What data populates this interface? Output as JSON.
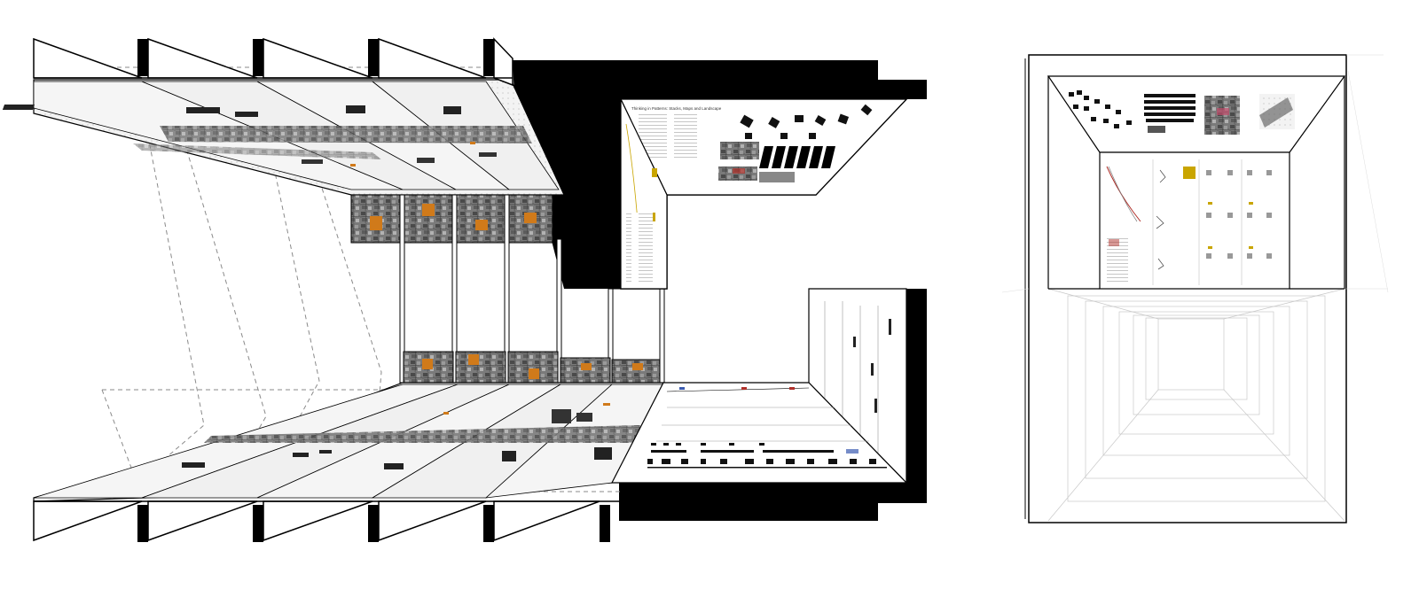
{
  "diagram": {
    "left_view": {
      "kind": "axonometric-exhibition-corridor",
      "bay_count": 5,
      "panel_title_text": "Thinking in Patterns: Stacks, Maps and Landscape"
    },
    "right_view": {
      "kind": "one-point-perspective-corridor"
    },
    "colors": {
      "ink": "#000000",
      "paper": "#ffffff",
      "aerial_tile": "#6f6f6f",
      "aerial_highlight": "#d07a1a",
      "accent_yellow": "#c9a500",
      "accent_red": "#b0302a",
      "guide_dash": "#8a8a8a",
      "strip_gray": "#3a3a3a"
    }
  }
}
